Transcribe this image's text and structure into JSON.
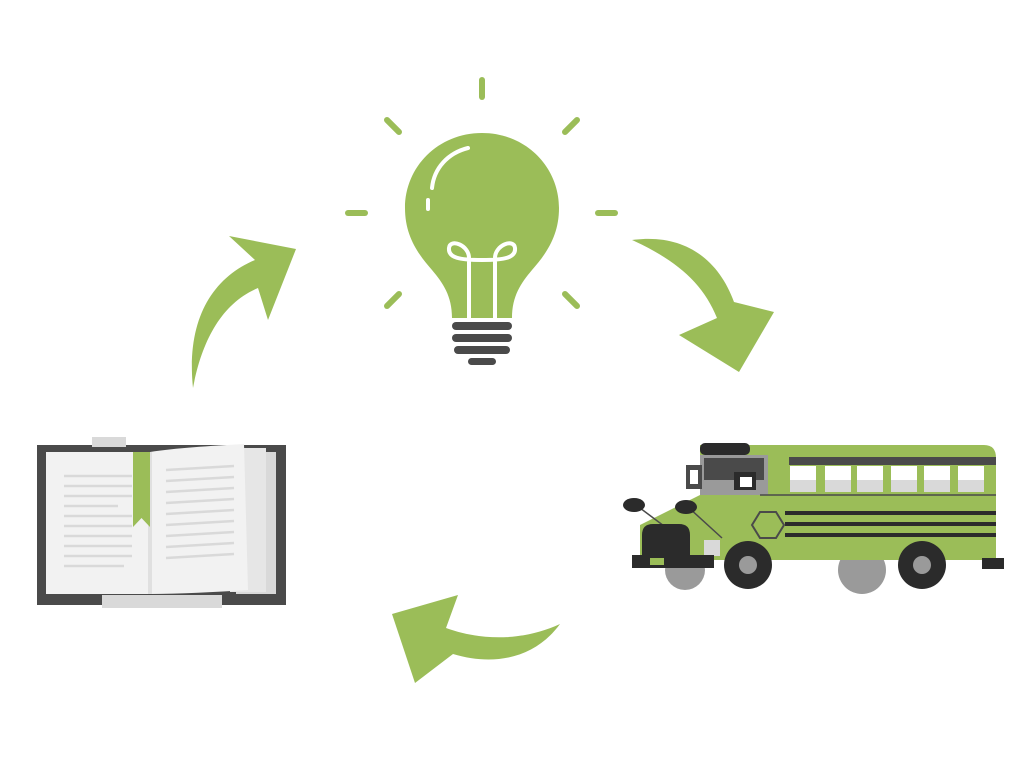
{
  "diagram": {
    "type": "cycle",
    "nodes": [
      {
        "id": "idea",
        "icon": "lightbulb-icon"
      },
      {
        "id": "transport",
        "icon": "school-bus-icon"
      },
      {
        "id": "study",
        "icon": "open-book-icon"
      }
    ],
    "edges": [
      {
        "from": "study",
        "to": "idea"
      },
      {
        "from": "idea",
        "to": "transport"
      },
      {
        "from": "transport",
        "to": "study"
      }
    ]
  },
  "colors": {
    "accent": "#9bbd58",
    "dark": "#4a4a4a",
    "black": "#2b2b2b",
    "light_gray": "#d9d9d9",
    "page": "#f2f2f2",
    "white": "#ffffff"
  }
}
